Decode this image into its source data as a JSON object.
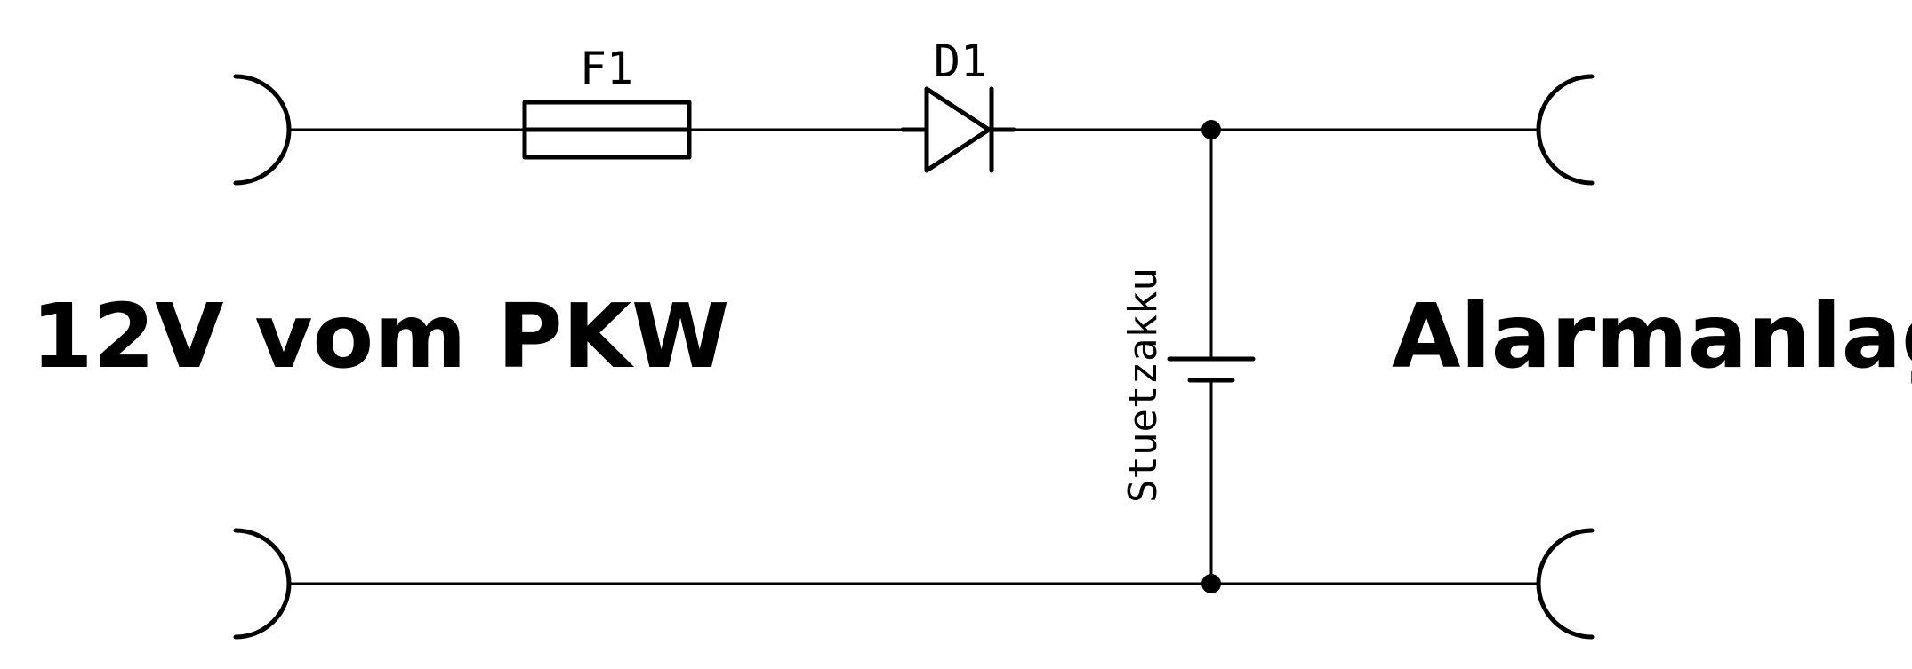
{
  "schematic": {
    "source_label": "12V vom PKW",
    "load_label": "Alarmanlage",
    "fuse": {
      "ref": "F1"
    },
    "diode": {
      "ref": "D1"
    },
    "battery": {
      "label": "Stuetzakku"
    }
  },
  "colors": {
    "ink": "#000000",
    "background": "#ffffff"
  }
}
